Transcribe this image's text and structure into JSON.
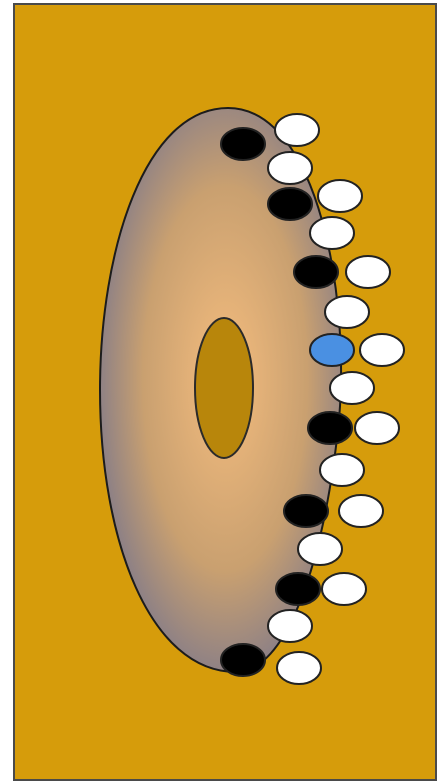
{
  "diagram": {
    "colors": {
      "page_background": "#ffffff",
      "panel_fill": "#d69c0b",
      "panel_stroke": "#4a4a4a",
      "body_center": "#f5bd7e",
      "body_mid": "#c9a070",
      "body_edge": "#6e7090",
      "body_stroke": "#1c1c1c",
      "core_fill": "#b8860b",
      "core_stroke": "#2a2a2a",
      "black_dot": "#000000",
      "white_dot": "#ffffff",
      "blue_dot": "#4a90e2",
      "dot_stroke": "#222222"
    },
    "edge_dot_sequence": [
      "black",
      "white",
      "black",
      "white",
      "black",
      "white",
      "blue",
      "white",
      "black",
      "white",
      "black",
      "white",
      "black",
      "white",
      "black"
    ],
    "outer_dot_count": 8,
    "outer_dot_color": "white",
    "notes": []
  }
}
